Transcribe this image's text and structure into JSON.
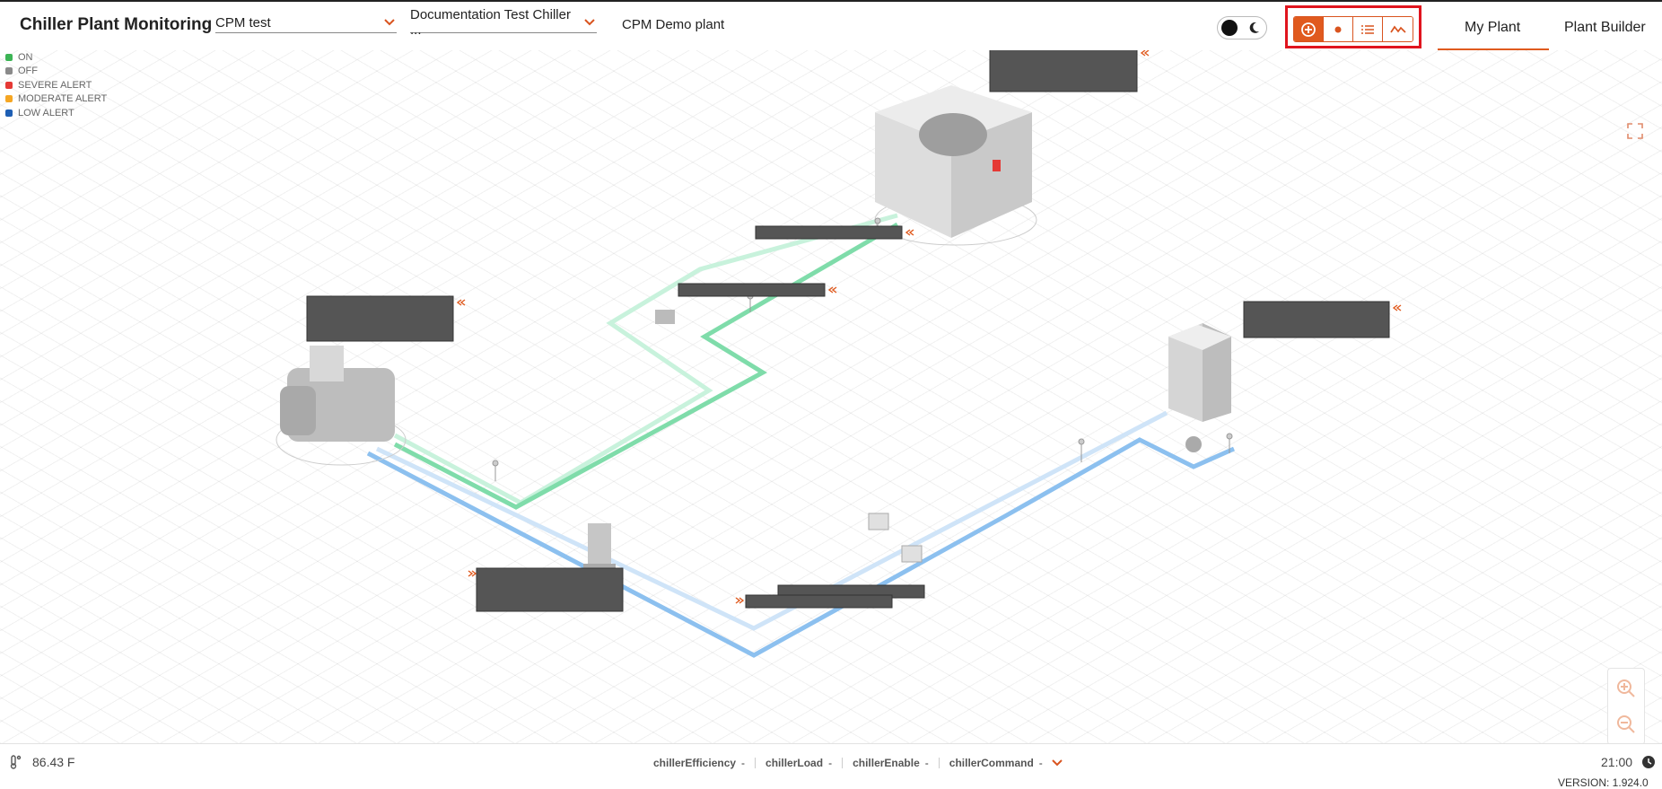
{
  "header": {
    "app_title": "Chiller Plant Monitoring",
    "project_select": "CPM test",
    "site_select": "Documentation Test Chiller ...",
    "plant_name": "CPM Demo plant",
    "tabs": [
      {
        "label": "My Plant",
        "active": true
      },
      {
        "label": "Plant Builder",
        "active": false
      }
    ],
    "view_buttons": [
      {
        "icon": "layers-plus-icon",
        "active": true
      },
      {
        "icon": "dot-icon",
        "active": false
      },
      {
        "icon": "list-icon",
        "active": false
      },
      {
        "icon": "trend-icon",
        "active": false
      }
    ]
  },
  "legend": [
    {
      "label": "ON",
      "color": "#3cb455"
    },
    {
      "label": "OFF",
      "color": "#8a8a8a"
    },
    {
      "label": "SEVERE ALERT",
      "color": "#e53935"
    },
    {
      "label": "MODERATE ALERT",
      "color": "#f5a623"
    },
    {
      "label": "LOW ALERT",
      "color": "#1e5fb4"
    }
  ],
  "colors": {
    "accent": "#e05a1e",
    "highlight": "#e0141e",
    "condenser_pipe": "#7fdcaa",
    "condenser_pipe_light": "#c8f2dc",
    "chilled_pipe": "#8cc0ef",
    "chilled_pipe_light": "#cfe4f8",
    "label_box": "#555555"
  },
  "footer": {
    "temperature": "86.43 F",
    "metrics": [
      {
        "label": "chillerEfficiency",
        "value": "-"
      },
      {
        "label": "chillerLoad",
        "value": "-"
      },
      {
        "label": "chillerEnable",
        "value": "-"
      },
      {
        "label": "chillerCommand",
        "value": "-"
      }
    ],
    "time": "21:00",
    "version": "VERSION: 1.924.0"
  }
}
